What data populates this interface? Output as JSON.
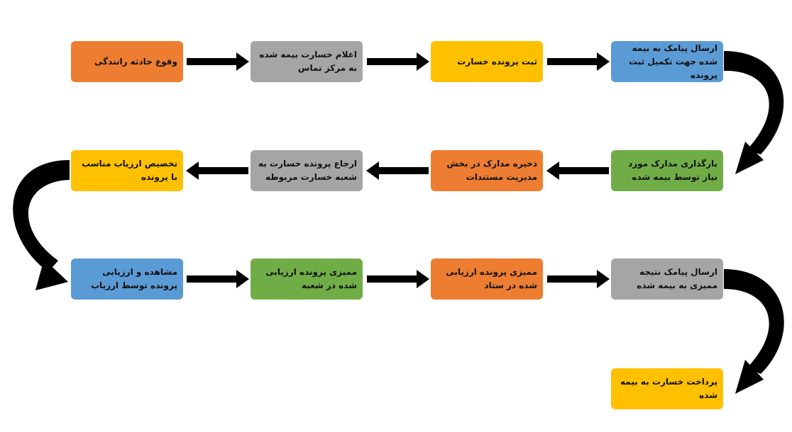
{
  "colors": {
    "orange": "#ED7D31",
    "gray": "#A5A5A5",
    "yellow": "#FFC000",
    "blue": "#5B9BD5",
    "green": "#70AD47",
    "arrow": "#000000"
  },
  "steps": [
    {
      "label": "وقوع حادثه رانندگی",
      "color": "orange"
    },
    {
      "label": "اعلام خسارت بیمه شده به مرکز تماس",
      "color": "gray"
    },
    {
      "label": "ثبت پرونده خسارت",
      "color": "yellow"
    },
    {
      "label": "ارسال پیامک به بیمه شده جهت تکمیل ثبت پرونده",
      "color": "blue"
    },
    {
      "label": "بارگذاری مدارک مورد نیاز توسط بیمه شده",
      "color": "green"
    },
    {
      "label": "ذخیره مدارک در بخش مدیریت مستندات",
      "color": "orange"
    },
    {
      "label": "ارجاع پرونده خسارت به شعبه خسارت مربوطه",
      "color": "gray"
    },
    {
      "label": "تخصیص ارزیاب مناسب با پرونده",
      "color": "yellow"
    },
    {
      "label": "مشاهده و ارزیابی پرونده توسط ارزیاب",
      "color": "blue"
    },
    {
      "label": "ممیزی پرونده ارزیابی شده در شعبه",
      "color": "green"
    },
    {
      "label": "ممیزی پرونده ارزیابی شده در ستاد",
      "color": "orange"
    },
    {
      "label": "ارسال پیامک نتیجه ممیزی به بیمه شده",
      "color": "gray"
    },
    {
      "label": "پرداخت خسارت به بیمه شده",
      "color": "yellow"
    }
  ]
}
